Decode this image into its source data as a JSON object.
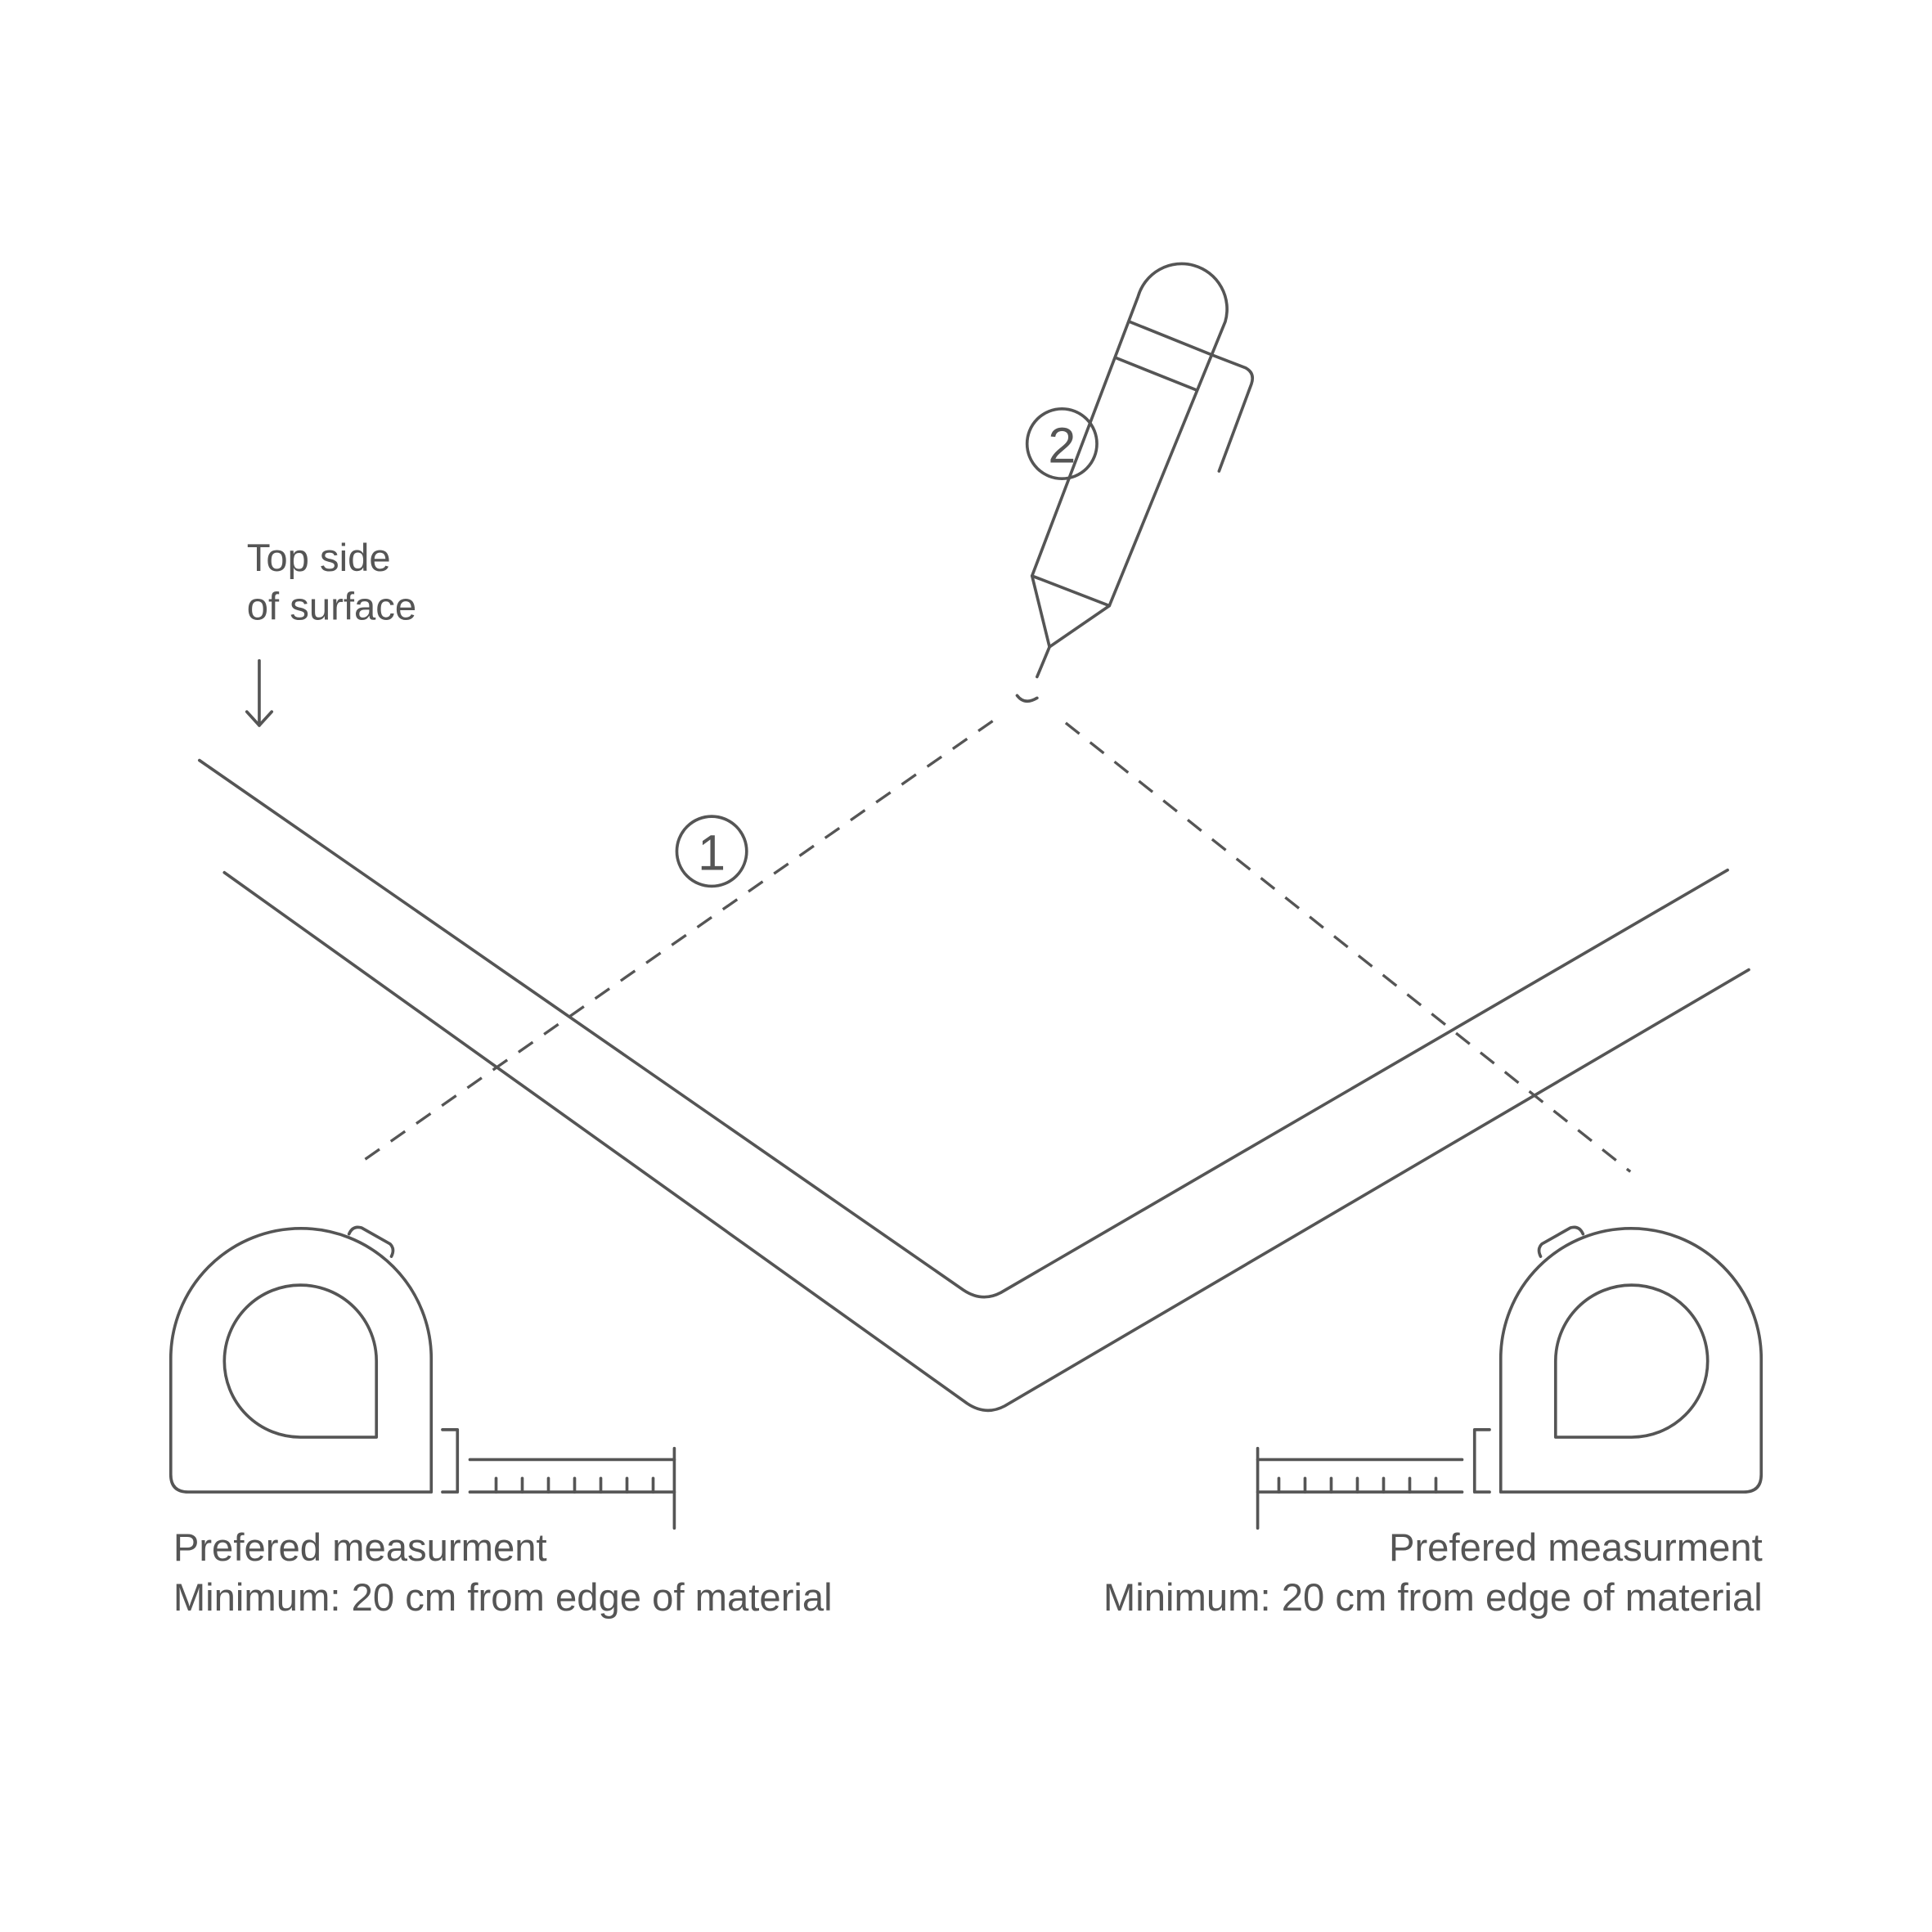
{
  "labels": {
    "top_side_line1": "Top side",
    "top_side_line2": "of surface",
    "step1": "1",
    "step2": "2"
  },
  "left_measure": {
    "line1": "Prefered measurment",
    "line2": "Minimum: 20 cm from edge of material"
  },
  "right_measure": {
    "line1": "Prefered measurment",
    "line2": "Minimum: 20 cm from edge of material"
  },
  "colors": {
    "stroke": "#555555",
    "background": "#ffffff"
  }
}
